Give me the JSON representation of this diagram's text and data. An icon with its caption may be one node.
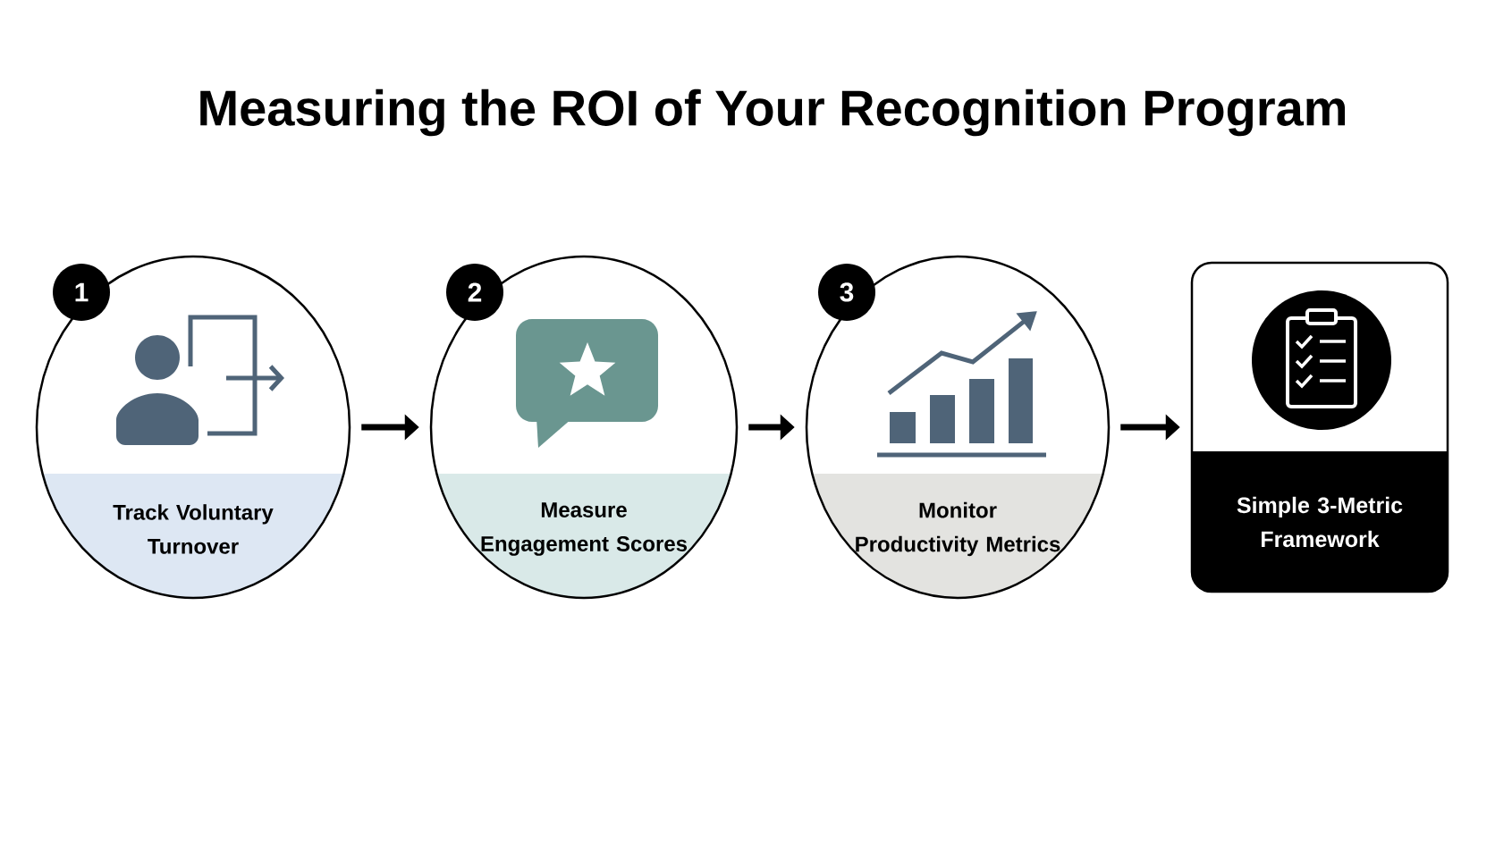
{
  "diagram": {
    "title": "Measuring the ROI of Your Recognition Program",
    "nodes": [
      {
        "text": [
          "Track Voluntary Turnover"
        ]
      },
      {
        "text": [
          "Measure Engagement Scores"
        ]
      },
      {
        "text": [
          "Monitor Productivity Metrics"
        ]
      },
      {
        "text": [
          "Simple 3-Metric Framework"
        ]
      }
    ],
    "edges": [
      {
        "from": 0,
        "to": 1,
        "arrow": "to"
      },
      {
        "from": 1,
        "to": 2,
        "arrow": "to"
      },
      {
        "from": 2,
        "to": 3,
        "arrow": "to"
      }
    ],
    "labels": [
      "1",
      "2",
      "3"
    ]
  }
}
